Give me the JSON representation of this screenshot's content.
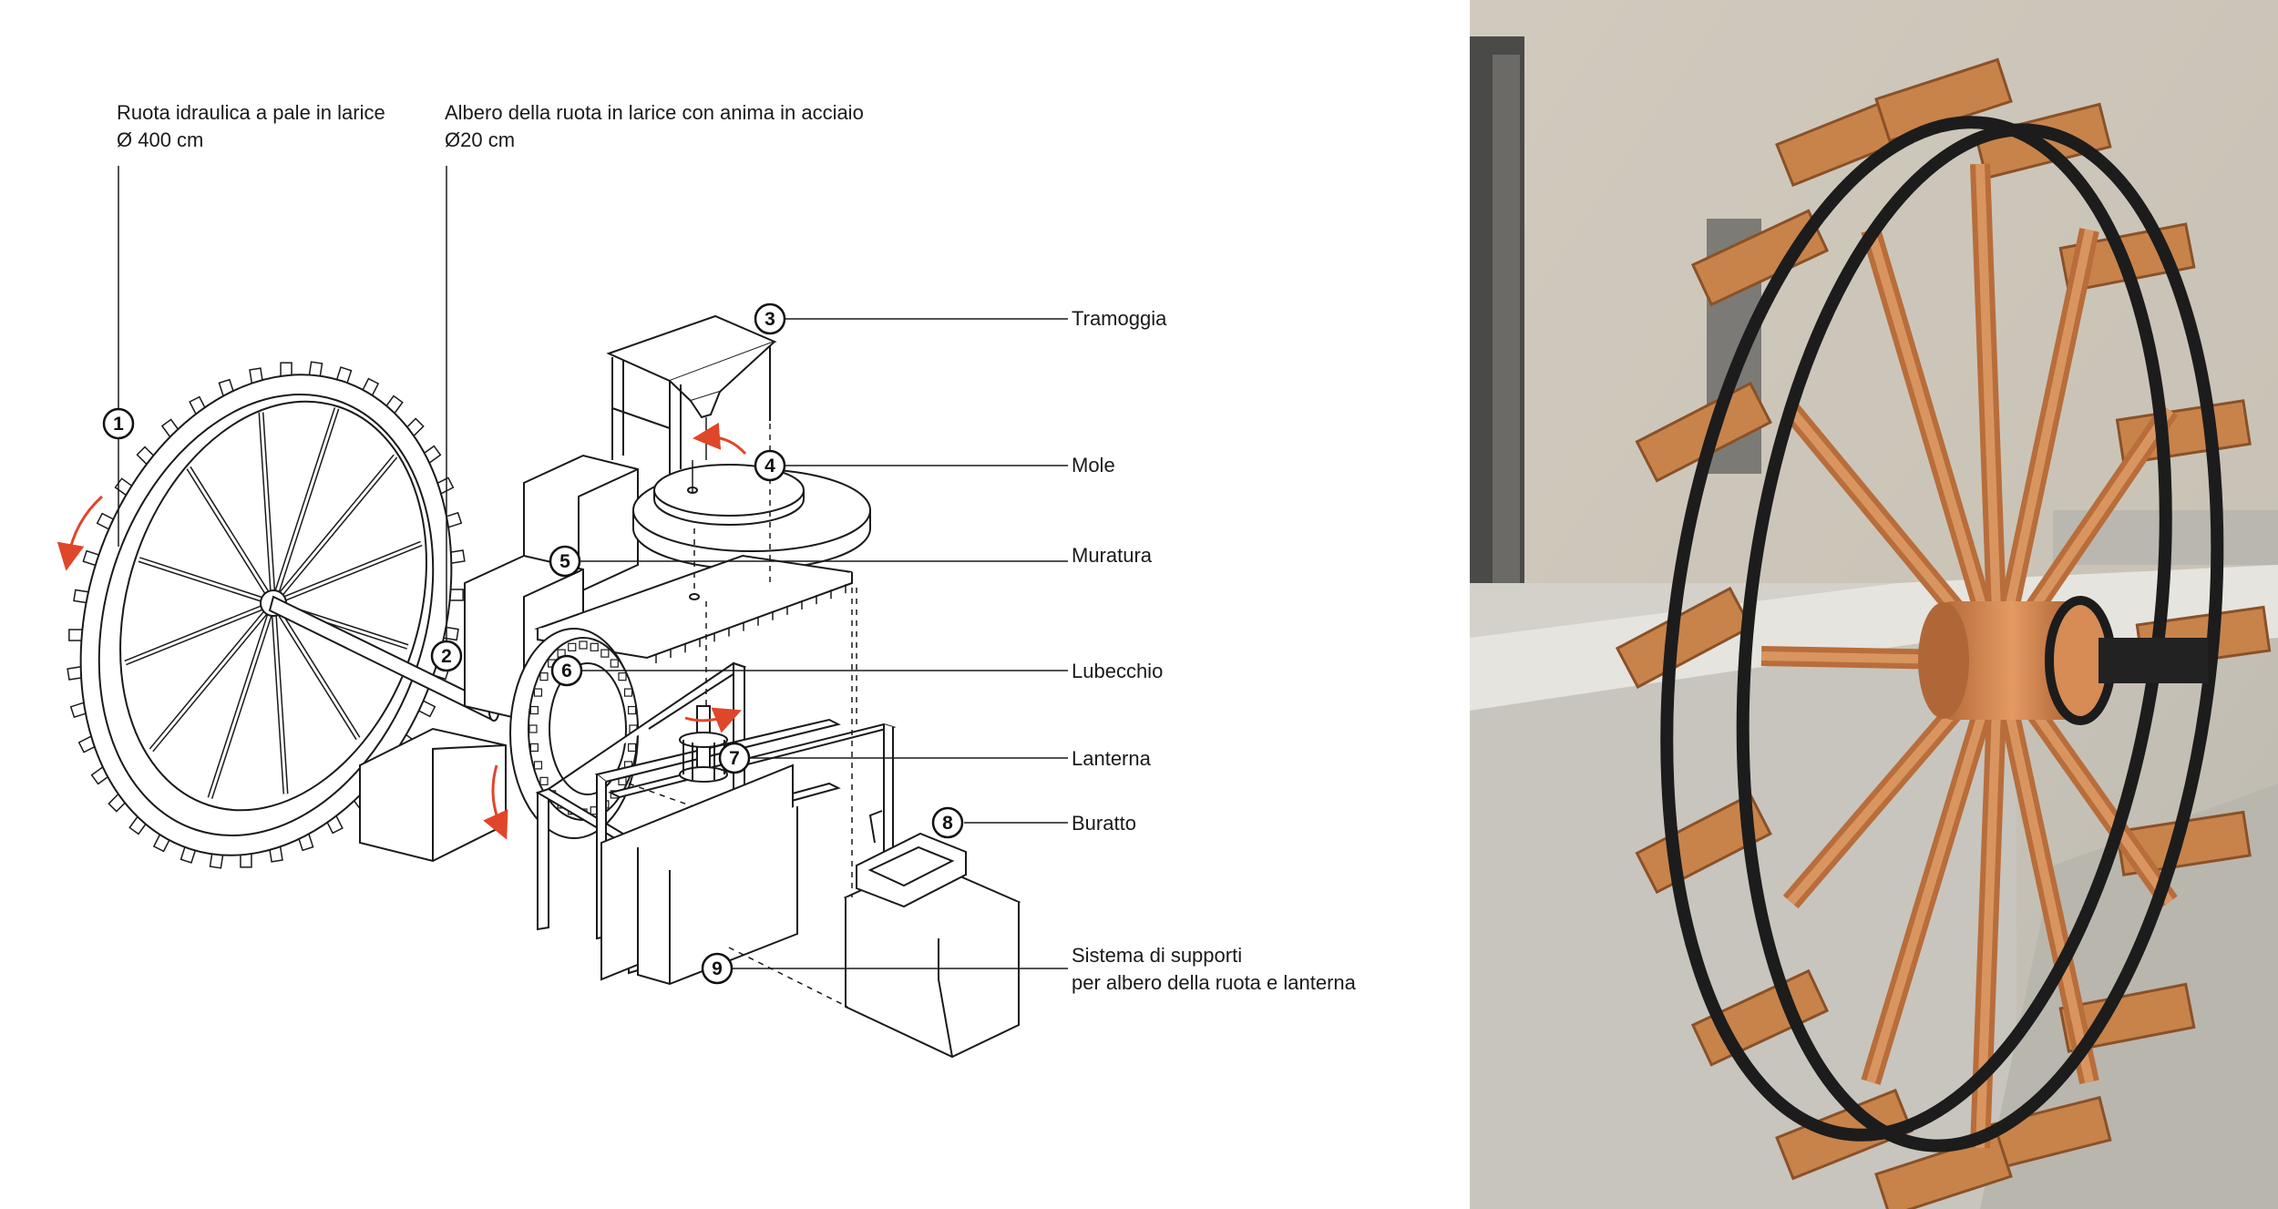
{
  "labels": {
    "wheel": {
      "line1": "Ruota idraulica a pale in larice",
      "line2": "Ø 400 cm"
    },
    "shaft": {
      "line1": "Albero della ruota in larice con anima in acciaio",
      "line2": "Ø20 cm"
    },
    "hopper": "Tramoggia",
    "mill": "Mole",
    "masonry": "Muratura",
    "lubecchio": "Lubecchio",
    "lantern": "Lanterna",
    "sifter": "Buratto",
    "supports": {
      "line1": "Sistema di supporti",
      "line2": "per albero della ruota e lanterna"
    }
  },
  "markers": [
    "1",
    "2",
    "3",
    "4",
    "5",
    "6",
    "7",
    "8",
    "9"
  ],
  "colors": {
    "ink": "#1a1a1a",
    "arrow": "#e0462a",
    "wood": "#c8834a",
    "rim": "#1c1c1c",
    "wall": "#d9d6cf"
  }
}
